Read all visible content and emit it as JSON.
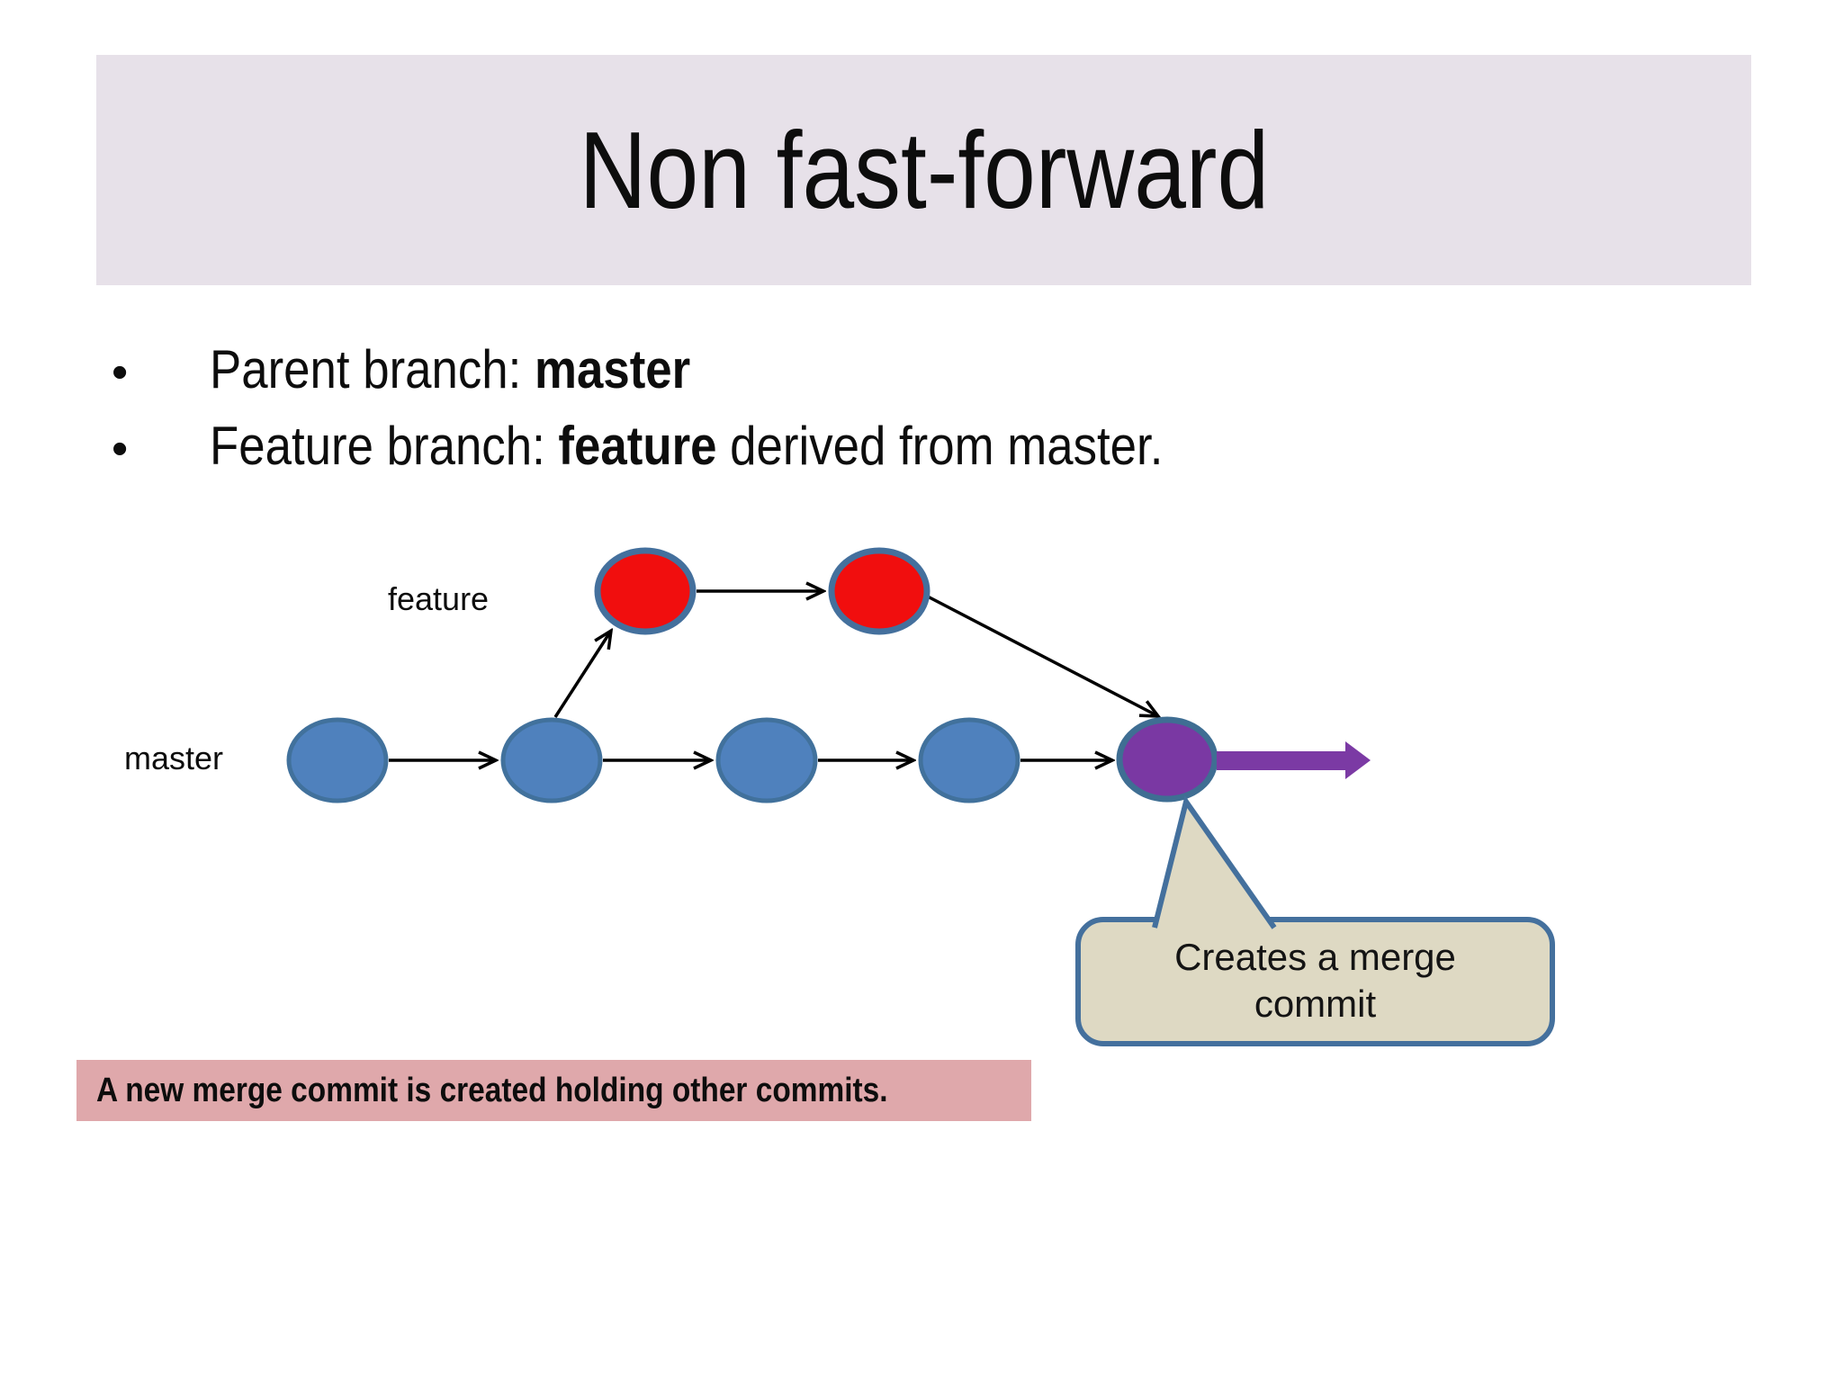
{
  "slide": {
    "title": "Non fast-forward",
    "bullet_glyph": "•",
    "bullets": [
      {
        "prefix": "Parent branch: ",
        "bold": "master",
        "suffix": ""
      },
      {
        "prefix": "Feature branch: ",
        "bold": "feature",
        "suffix": " derived from master."
      }
    ],
    "diagram": {
      "feature_label": "feature",
      "master_label": "master",
      "master_branch_commits": 4,
      "feature_branch_commits": 2,
      "merge_commits": 1,
      "callout": {
        "line1": "Creates a merge",
        "line2": "commit"
      }
    },
    "highlight_note": "A new merge commit is created holding other commits.",
    "colors": {
      "title_background": "#e7e1e9",
      "commit_node_blue": "#4f81bd",
      "commit_node_red": "#f10e0e",
      "merge_node_purple": "#7a38a3",
      "node_border_blue": "#41719c",
      "merge_arrow_purple": "#7b3aa4",
      "callout_fill": "#ded9c3",
      "callout_border": "#44709d",
      "highlight_background": "#dfa8ab",
      "connector_black": "#000000"
    }
  }
}
